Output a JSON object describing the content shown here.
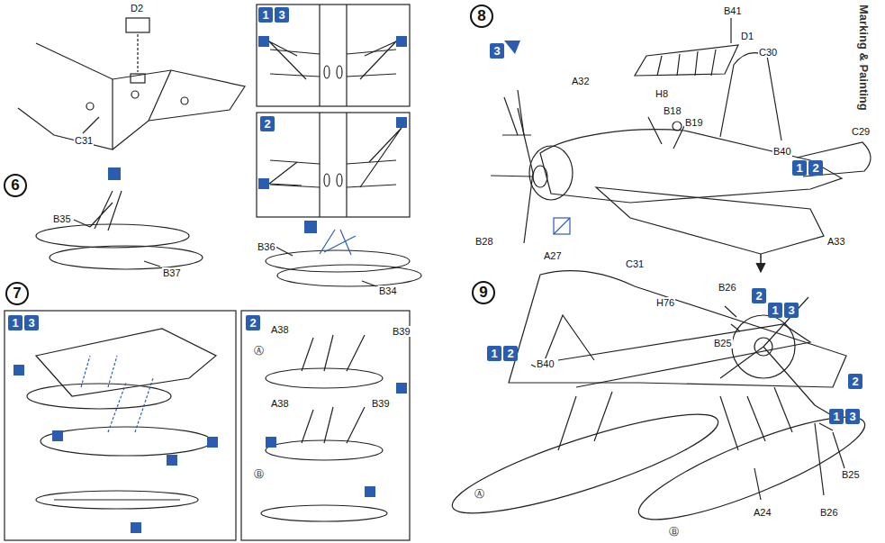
{
  "diagram": {
    "nodes": [
      {
        "text": [
          "1"
        ]
      },
      {
        "text": [
          "3"
        ]
      },
      {
        "text": [
          "2"
        ]
      },
      {
        "text": [
          "6"
        ]
      },
      {
        "text": [
          "7"
        ]
      },
      {
        "text": [
          "1"
        ]
      },
      {
        "text": [
          "3"
        ]
      },
      {
        "text": [
          "2"
        ]
      },
      {
        "text": [
          "8"
        ]
      },
      {
        "text": [
          "3"
        ]
      },
      {
        "text": [
          "1"
        ]
      },
      {
        "text": [
          "2"
        ]
      },
      {
        "text": [
          "9"
        ]
      },
      {
        "text": [
          "2"
        ]
      },
      {
        "text": [
          "1"
        ]
      },
      {
        "text": [
          "3"
        ]
      },
      {
        "text": [
          "1"
        ]
      },
      {
        "text": [
          "2"
        ]
      },
      {
        "text": [
          "2"
        ]
      },
      {
        "text": [
          "1"
        ]
      },
      {
        "text": [
          "3"
        ]
      }
    ],
    "labels": [
      "D2",
      "C31",
      "B35",
      "B37",
      "B36",
      "B34",
      "A38",
      "B39",
      "Ⓐ",
      "A38",
      "B39",
      "Ⓑ",
      "B41",
      "D1",
      "C30",
      "A32",
      "H8",
      "B18",
      "B19",
      "C29",
      "B40",
      "B28",
      "A27",
      "C31",
      "A33",
      "H76",
      "B26",
      "B25",
      "B40",
      "A24",
      "B26",
      "B25",
      "Ⓐ",
      "Ⓑ",
      "Marking & Painting"
    ]
  }
}
